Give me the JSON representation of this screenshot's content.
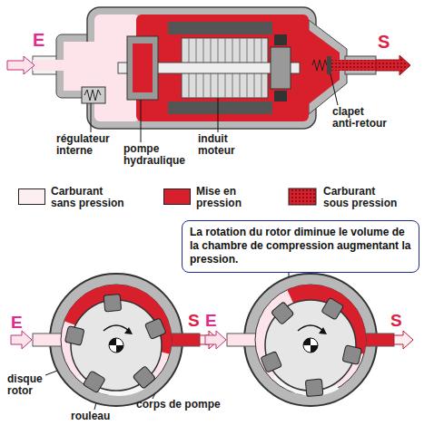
{
  "diagram": {
    "nodes": [
      {
        "text": [
          "La rotation du rotor diminue le volume de la chambre de compression augmentant la pression."
        ]
      }
    ],
    "labels": [
      "E",
      "S",
      "clapet anti-retour",
      "régulateur interne",
      "pompe hydraulique",
      "induit moteur",
      "E",
      "S",
      "E",
      "S",
      "disque rotor",
      "rouleau",
      "corps de pompe"
    ],
    "legend": [
      {
        "text": "Carburant sans pression",
        "color": "#fdeef1"
      },
      {
        "text": "Mise en pression",
        "color": "#d8202c"
      },
      {
        "text": "Carburant sous pression"
      }
    ]
  }
}
